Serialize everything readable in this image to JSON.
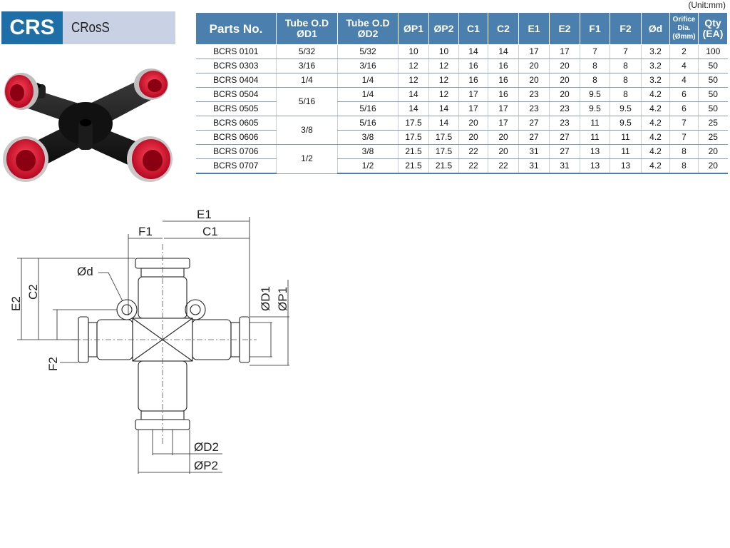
{
  "header": {
    "code": "CRS",
    "name": "CRosS",
    "unit": "(Unit:mm)"
  },
  "table": {
    "headers": {
      "parts_no": "Parts No.",
      "d1_line1": "Tube O.D",
      "d1_line2": "ØD1",
      "d2_line1": "Tube O.D",
      "d2_line2": "ØD2",
      "p1": "ØP1",
      "p2": "ØP2",
      "c1": "C1",
      "c2": "C2",
      "e1": "E1",
      "e2": "E2",
      "f1": "F1",
      "f2": "F2",
      "d": "Ød",
      "orifice_line1": "Orifice Dia.",
      "orifice_line2": "(Ømm)",
      "qty_line1": "Qty",
      "qty_line2": "(EA)"
    },
    "rows": [
      {
        "part": "BCRS 0101",
        "d1": "5/32",
        "d2": "5/32",
        "p1": "10",
        "p2": "10",
        "c1": "14",
        "c2": "14",
        "e1": "17",
        "e2": "17",
        "f1": "7",
        "f2": "7",
        "d": "3.2",
        "orifice": "2",
        "qty": "100"
      },
      {
        "part": "BCRS 0303",
        "d1": "3/16",
        "d2": "3/16",
        "p1": "12",
        "p2": "12",
        "c1": "16",
        "c2": "16",
        "e1": "20",
        "e2": "20",
        "f1": "8",
        "f2": "8",
        "d": "3.2",
        "orifice": "4",
        "qty": "50"
      },
      {
        "part": "BCRS 0404",
        "d1": "1/4",
        "d2": "1/4",
        "p1": "12",
        "p2": "12",
        "c1": "16",
        "c2": "16",
        "e1": "20",
        "e2": "20",
        "f1": "8",
        "f2": "8",
        "d": "3.2",
        "orifice": "4",
        "qty": "50"
      },
      {
        "part": "BCRS 0504",
        "d1": "5/16",
        "d2": "1/4",
        "p1": "14",
        "p2": "12",
        "c1": "17",
        "c2": "16",
        "e1": "23",
        "e2": "20",
        "f1": "9.5",
        "f2": "8",
        "d": "4.2",
        "orifice": "6",
        "qty": "50"
      },
      {
        "part": "BCRS 0505",
        "d1": "",
        "d2": "5/16",
        "p1": "14",
        "p2": "14",
        "c1": "17",
        "c2": "17",
        "e1": "23",
        "e2": "23",
        "f1": "9.5",
        "f2": "9.5",
        "d": "4.2",
        "orifice": "6",
        "qty": "50"
      },
      {
        "part": "BCRS 0605",
        "d1": "3/8",
        "d2": "5/16",
        "p1": "17.5",
        "p2": "14",
        "c1": "20",
        "c2": "17",
        "e1": "27",
        "e2": "23",
        "f1": "11",
        "f2": "9.5",
        "d": "4.2",
        "orifice": "7",
        "qty": "25"
      },
      {
        "part": "BCRS 0606",
        "d1": "",
        "d2": "3/8",
        "p1": "17.5",
        "p2": "17.5",
        "c1": "20",
        "c2": "20",
        "e1": "27",
        "e2": "27",
        "f1": "11",
        "f2": "11",
        "d": "4.2",
        "orifice": "7",
        "qty": "25"
      },
      {
        "part": "BCRS 0706",
        "d1": "1/2",
        "d2": "3/8",
        "p1": "21.5",
        "p2": "17.5",
        "c1": "22",
        "c2": "20",
        "e1": "31",
        "e2": "27",
        "f1": "13",
        "f2": "11",
        "d": "4.2",
        "orifice": "8",
        "qty": "20"
      },
      {
        "part": "BCRS 0707",
        "d1": "",
        "d2": "1/2",
        "p1": "21.5",
        "p2": "21.5",
        "c1": "22",
        "c2": "22",
        "e1": "31",
        "e2": "31",
        "f1": "13",
        "f2": "13",
        "d": "4.2",
        "orifice": "8",
        "qty": "20"
      }
    ]
  },
  "drawing": {
    "e1": "E1",
    "f1": "F1",
    "c1": "C1",
    "e2": "E2",
    "c2": "C2",
    "f2": "F2",
    "d": "Ød",
    "d1": "ØD1",
    "p1": "ØP1",
    "d2": "ØD2",
    "p2": "ØP2"
  },
  "colors": {
    "header_blue": "#4a7fae",
    "code_blue": "#1e6fa8",
    "title_band": "#c9d2e4",
    "collet_red": "#d8102a"
  }
}
